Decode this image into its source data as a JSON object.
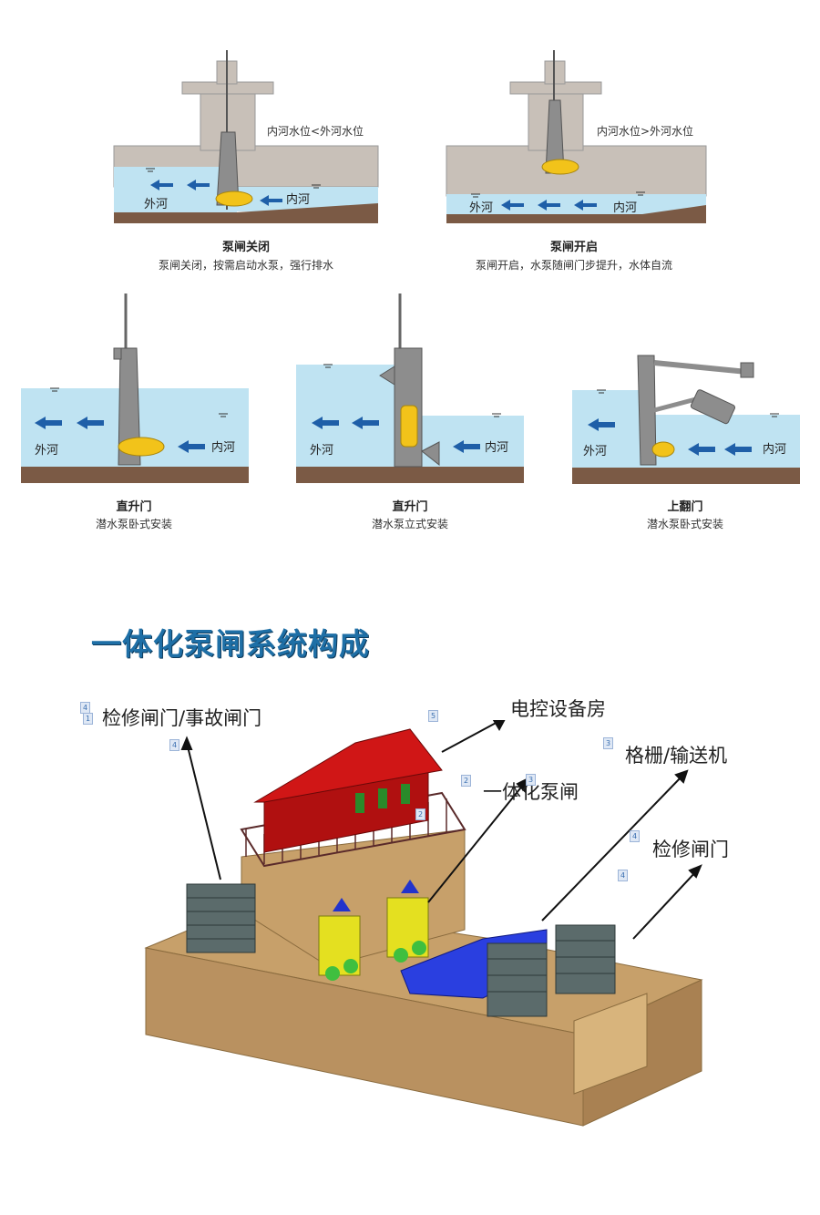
{
  "diagrams": {
    "closed": {
      "level_note": "内河水位<外河水位",
      "outer_label": "外河",
      "inner_label": "内河",
      "title": "泵闸关闭",
      "subtitle": "泵闸关闭，按需启动水泵，强行排水"
    },
    "open": {
      "level_note": "内河水位>外河水位",
      "outer_label": "外河",
      "inner_label": "内河",
      "title": "泵闸开启",
      "subtitle": "泵闸开启，水泵随闸门步提升，水体自流"
    },
    "vertical_horizontal": {
      "outer_label": "外河",
      "inner_label": "内河",
      "title": "直升门",
      "subtitle": "潜水泵卧式安装"
    },
    "vertical_vertical": {
      "outer_label": "外河",
      "inner_label": "内河",
      "title": "直升门",
      "subtitle": "潜水泵立式安装"
    },
    "flap": {
      "outer_label": "外河",
      "inner_label": "内河",
      "title": "上翻门",
      "subtitle": "潜水泵卧式安装"
    }
  },
  "system": {
    "title": "一体化泵闸系统构成",
    "components": [
      {
        "number": "1",
        "label": "检修闸门/事故闸门"
      },
      {
        "number": "5",
        "label": "电控设备房"
      },
      {
        "number": "3",
        "label": "格栅/输送机"
      },
      {
        "number": "2",
        "label": "一体化泵闸"
      },
      {
        "number": "4",
        "label": "检修闸门"
      }
    ],
    "badges": [
      "4",
      "1",
      "4",
      "5",
      "2",
      "3",
      "2",
      "3",
      "4",
      "4"
    ]
  },
  "colors": {
    "water": "#bfe3f2",
    "concrete": "#c8c0b8",
    "soil": "#7b5a45",
    "arrow": "#1f5fa8",
    "pump": "#f2c31a",
    "title_blue": "#1e6fa6",
    "house_red": "#d01616",
    "basin_tan": "#c7a06a"
  }
}
